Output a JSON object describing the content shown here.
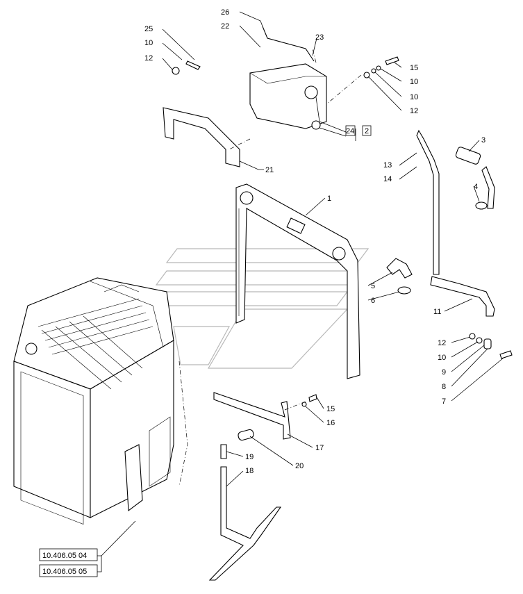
{
  "callouts": {
    "c26": "26",
    "c22": "22",
    "c23": "23",
    "c25": "25",
    "c10a": "10",
    "c12a": "12",
    "c15a": "15",
    "c10b": "10",
    "c10c": "10",
    "c12b": "12",
    "c24": "24",
    "c24box": "2",
    "c21": "21",
    "c3": "3",
    "c13": "13",
    "c14": "14",
    "c4": "4",
    "c1": "1",
    "c5": "5",
    "c6": "6",
    "c11": "11",
    "c12c": "12",
    "c10d": "10",
    "c9": "9",
    "c8": "8",
    "c7": "7",
    "c15b": "15",
    "c16": "16",
    "c17": "17",
    "c19": "19",
    "c20": "20",
    "c18": "18"
  },
  "references": [
    "10.406.05 04",
    "10.406.05 05"
  ],
  "colors": {
    "line": "#000000",
    "watermark": "#b8b8b8"
  }
}
